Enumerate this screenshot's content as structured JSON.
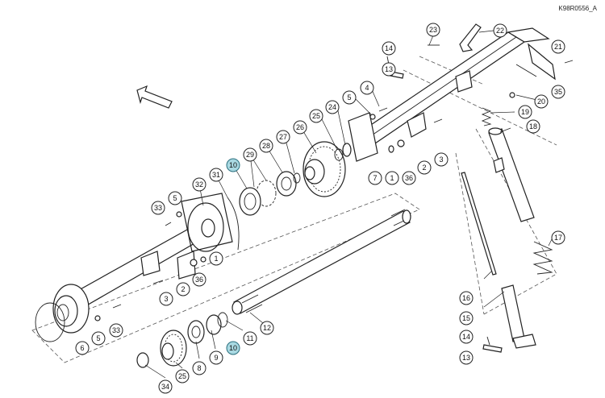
{
  "reference_code": "K98R0556_A",
  "callouts": [
    {
      "n": "23"
    },
    {
      "n": "22"
    },
    {
      "n": "14"
    },
    {
      "n": "13"
    },
    {
      "n": "21"
    },
    {
      "n": "35"
    },
    {
      "n": "4"
    },
    {
      "n": "5"
    },
    {
      "n": "20"
    },
    {
      "n": "19"
    },
    {
      "n": "18"
    },
    {
      "n": "24"
    },
    {
      "n": "25"
    },
    {
      "n": "26"
    },
    {
      "n": "27"
    },
    {
      "n": "28"
    },
    {
      "n": "29"
    },
    {
      "n": "10"
    },
    {
      "n": "31"
    },
    {
      "n": "32"
    },
    {
      "n": "5"
    },
    {
      "n": "33"
    },
    {
      "n": "7"
    },
    {
      "n": "1"
    },
    {
      "n": "36"
    },
    {
      "n": "2"
    },
    {
      "n": "3"
    },
    {
      "n": "1"
    },
    {
      "n": "36"
    },
    {
      "n": "2"
    },
    {
      "n": "3"
    },
    {
      "n": "17"
    },
    {
      "n": "16"
    },
    {
      "n": "15"
    },
    {
      "n": "14"
    },
    {
      "n": "13"
    },
    {
      "n": "12"
    },
    {
      "n": "11"
    },
    {
      "n": "10"
    },
    {
      "n": "9"
    },
    {
      "n": "8"
    },
    {
      "n": "25"
    },
    {
      "n": "34"
    },
    {
      "n": "6"
    },
    {
      "n": "5"
    },
    {
      "n": "33"
    }
  ]
}
